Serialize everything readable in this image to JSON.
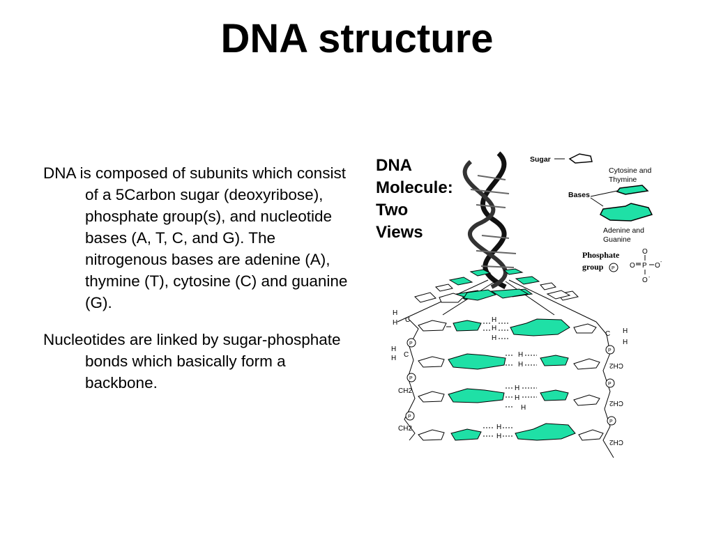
{
  "slide": {
    "title": "DNA structure",
    "paragraphs": [
      "DNA is composed of subunits which consist of a 5Carbon sugar (deoxyribose), phosphate group(s), and nucleotide bases (A, T, C, and G).  The nitrogenous bases are adenine (A), thymine (T), cytosine (C) and guanine (G).",
      "Nucleotides are linked by sugar-phosphate bonds which basically form a backbone."
    ]
  },
  "figure": {
    "title_lines": [
      "DNA",
      "Molecule:",
      "Two",
      "Views"
    ],
    "legend": {
      "sugar": "Sugar",
      "bases": "Bases",
      "cytosine_thymine_lines": [
        "Cytosine and",
        "Thymine"
      ],
      "adenine_guanine_lines": [
        "Adenine and",
        "Guanine"
      ],
      "phosphate_lines": [
        "Phosphate",
        "group"
      ],
      "phosphate_symbol": "P"
    },
    "chem_labels": {
      "hydrogen": "H",
      "carbon": "C",
      "ch2": "CH2",
      "oxygen": "O",
      "minus": "-",
      "phosphorus": "P"
    },
    "colors": {
      "base_fill": "#1fe0a6",
      "outline": "#000000"
    }
  }
}
